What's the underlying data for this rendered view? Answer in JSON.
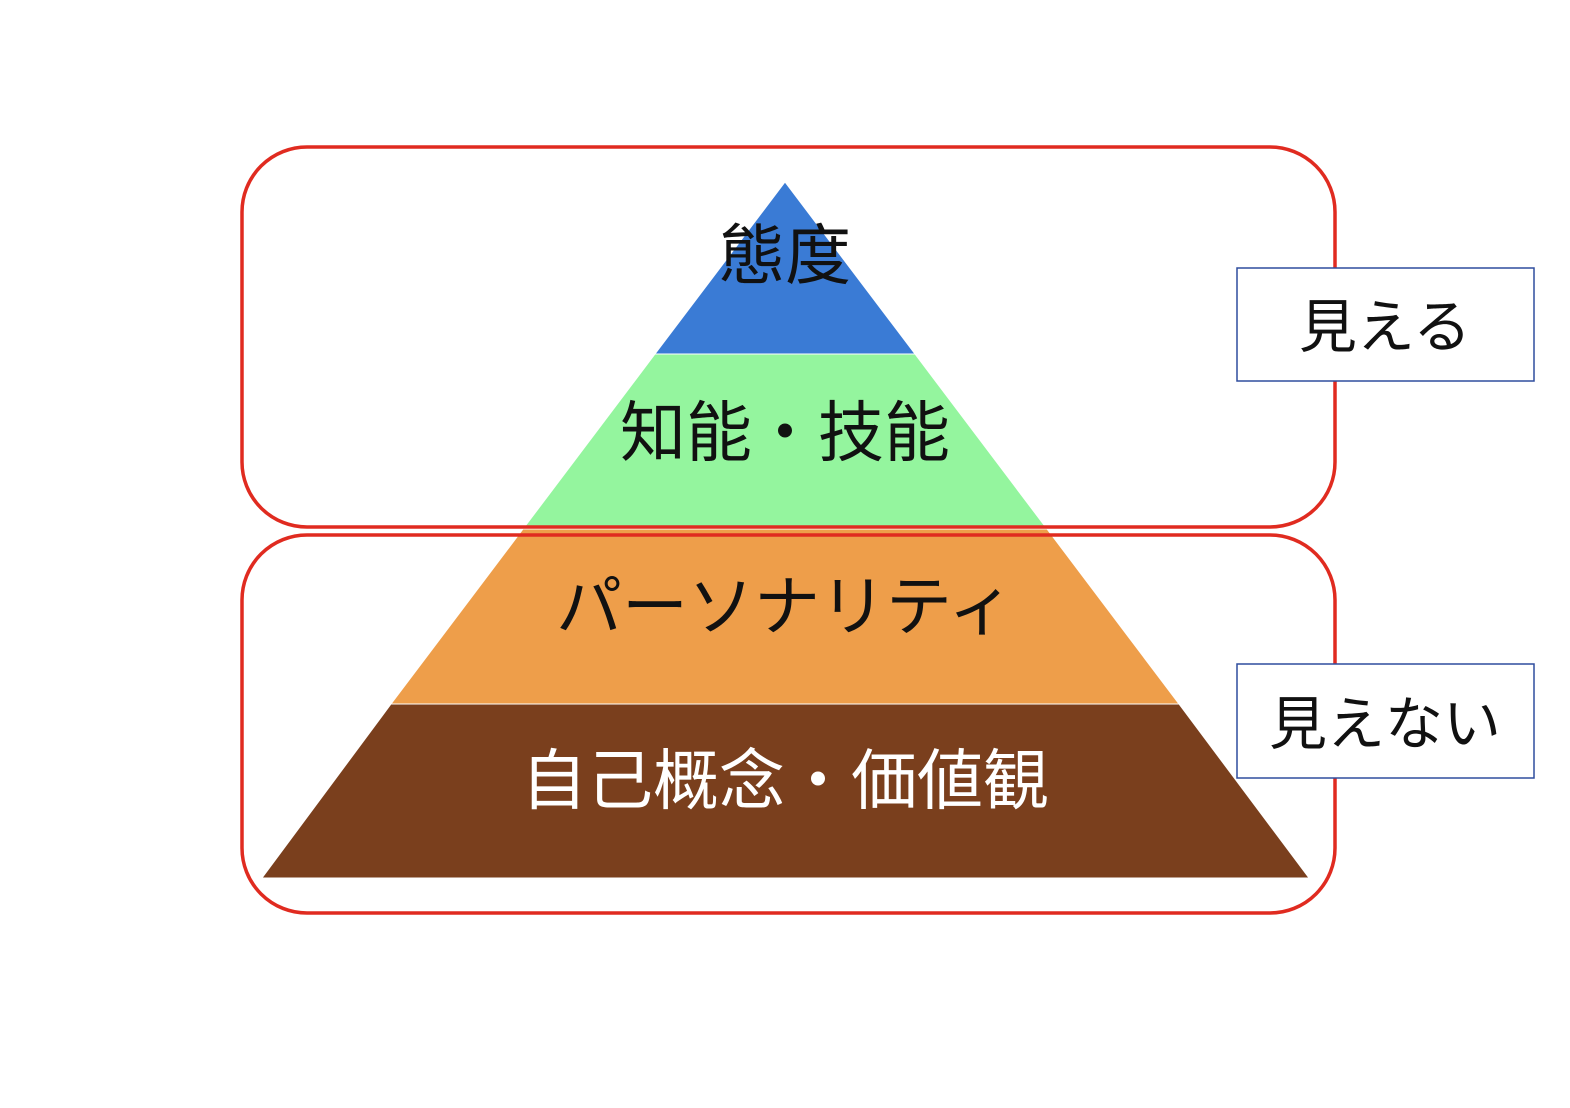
{
  "pyramid": {
    "layers": [
      {
        "label": "態度",
        "color": "#3a7bd5",
        "text_color": "#111111"
      },
      {
        "label": "知能・技能",
        "color": "#94f59e",
        "text_color": "#111111"
      },
      {
        "label": "パーソナリティ",
        "color": "#ee9e4a",
        "text_color": "#111111"
      },
      {
        "label": "自己概念・価値観",
        "color": "#7a3f1d",
        "text_color": "#ffffff"
      }
    ]
  },
  "groups": {
    "visible": {
      "label": "見える",
      "border_color": "#e02b20",
      "box_border_color": "#2f4d9e"
    },
    "invisible": {
      "label": "見えない",
      "border_color": "#e02b20",
      "box_border_color": "#2f4d9e"
    }
  }
}
